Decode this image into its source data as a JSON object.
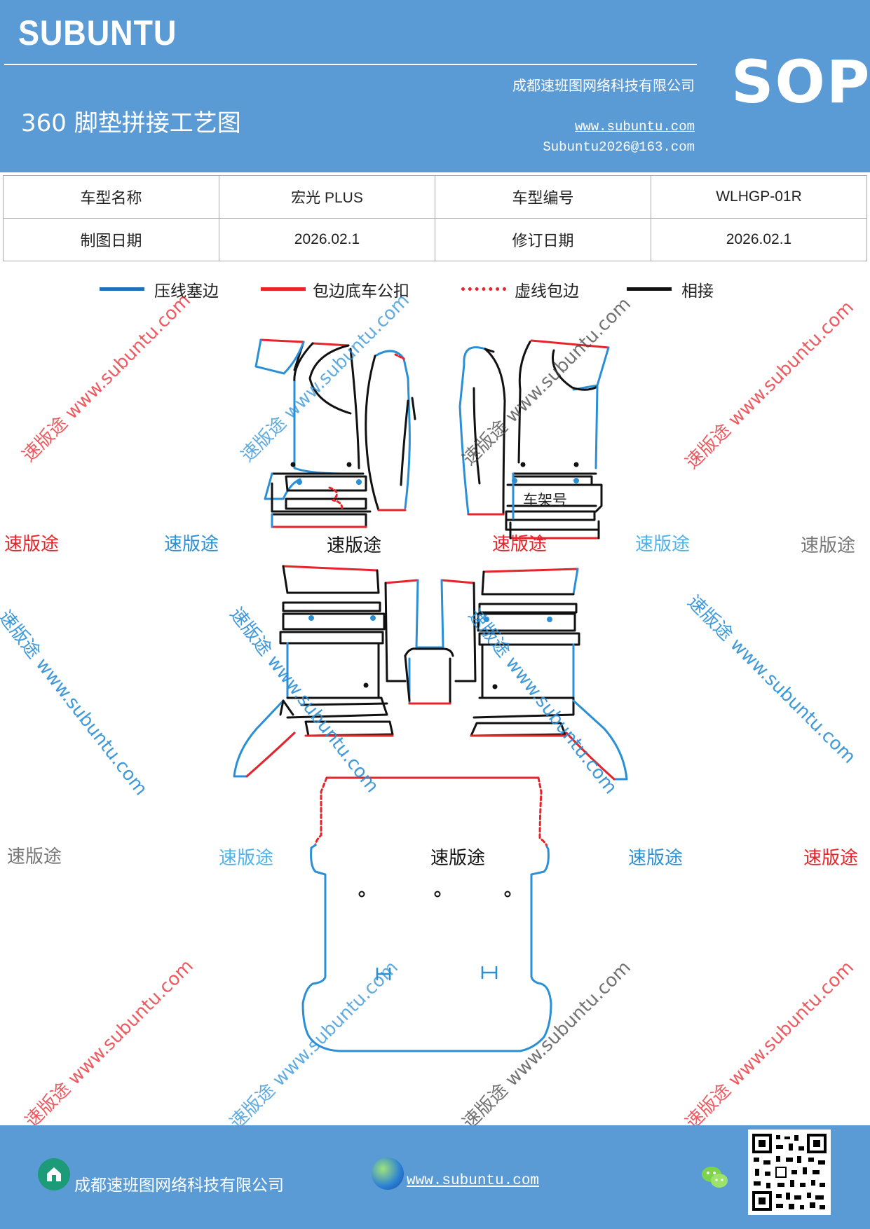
{
  "header": {
    "brand": "SUBUNTU",
    "title": "360 脚垫拼接工艺图",
    "company": "成都速班图网络科技有限公司",
    "website": "www.subuntu.com",
    "email": "Subuntu2026@163.com",
    "badge": "SOP"
  },
  "info_table": {
    "rows": [
      [
        "车型名称",
        "宏光 PLUS",
        "车型编号",
        "WLHGP-01R"
      ],
      [
        "制图日期",
        "2026.02.1",
        "修订日期",
        "2026.02.1"
      ]
    ]
  },
  "legend": [
    {
      "label": "压线塞边",
      "color": "#1f6fbf",
      "style": "solid"
    },
    {
      "label": "包边底车公扣",
      "color": "#e8242b",
      "style": "solid"
    },
    {
      "label": "虚线包边",
      "color": "#e8242b",
      "style": "dotted"
    },
    {
      "label": "相接",
      "color": "#111111",
      "style": "solid"
    }
  ],
  "diagram": {
    "vin_label": "车架号"
  },
  "watermarks": {
    "plain": "速版途",
    "diagonal": "速版途 www.subuntu.com"
  },
  "colors": {
    "header_bg": "#5b9bd5",
    "blue_edge": "#2b8fd6",
    "red_edge": "#e8242b",
    "joint": "#111111"
  },
  "footer": {
    "company": "成都速班图网络科技有限公司",
    "website": "www.subuntu.com",
    "icons": [
      "house-icon",
      "globe-icon",
      "wechat-icon",
      "qr-code"
    ]
  }
}
